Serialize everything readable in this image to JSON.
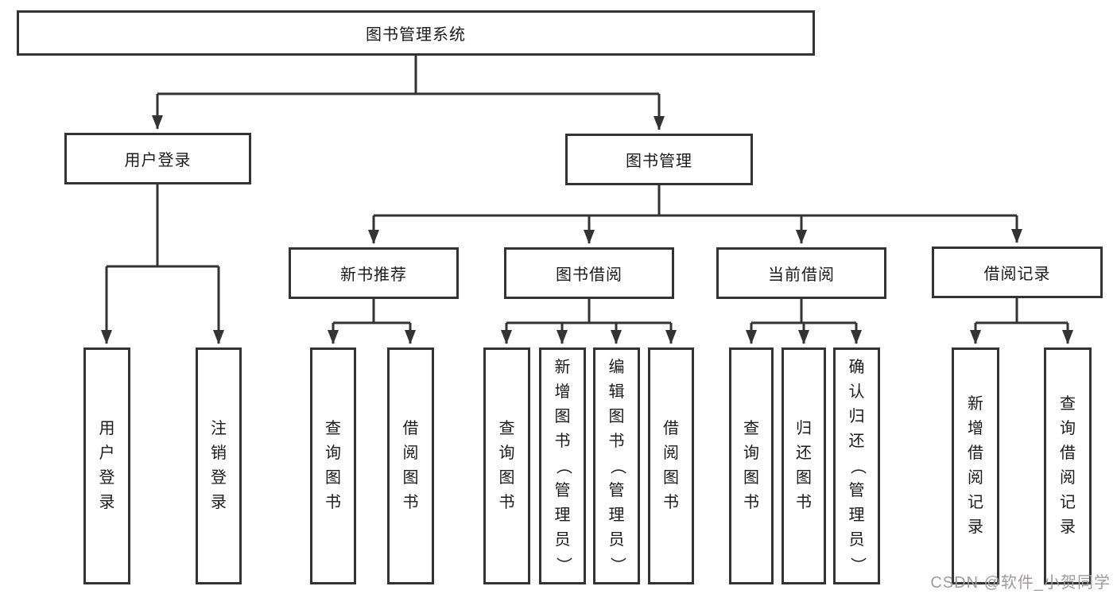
{
  "tree": {
    "root": {
      "label": "图书管理系统"
    },
    "branches": [
      {
        "label": "用户登录",
        "leaves": [
          "用户登录",
          "注销登录"
        ]
      },
      {
        "label": "图书管理",
        "groups": [
          {
            "label": "新书推荐",
            "leaves": [
              "查询图书",
              "借阅图书"
            ]
          },
          {
            "label": "图书借阅",
            "leaves": [
              "查询图书",
              "新增图书（管理员）",
              "编辑图书（管理员）",
              "借阅图书"
            ]
          },
          {
            "label": "当前借阅",
            "leaves": [
              "查询图书",
              "归还图书",
              "确认归还（管理员）"
            ]
          },
          {
            "label": "借阅记录",
            "leaves": [
              "新增借阅记录",
              "查询借阅记录"
            ]
          }
        ]
      }
    ]
  },
  "watermark": "CSDN @软件_小贺同学",
  "colors": {
    "line": "#333333",
    "border": "#333333",
    "text": "#1a1a1a",
    "watermark": "#a09a9a",
    "background": "#ffffff"
  }
}
